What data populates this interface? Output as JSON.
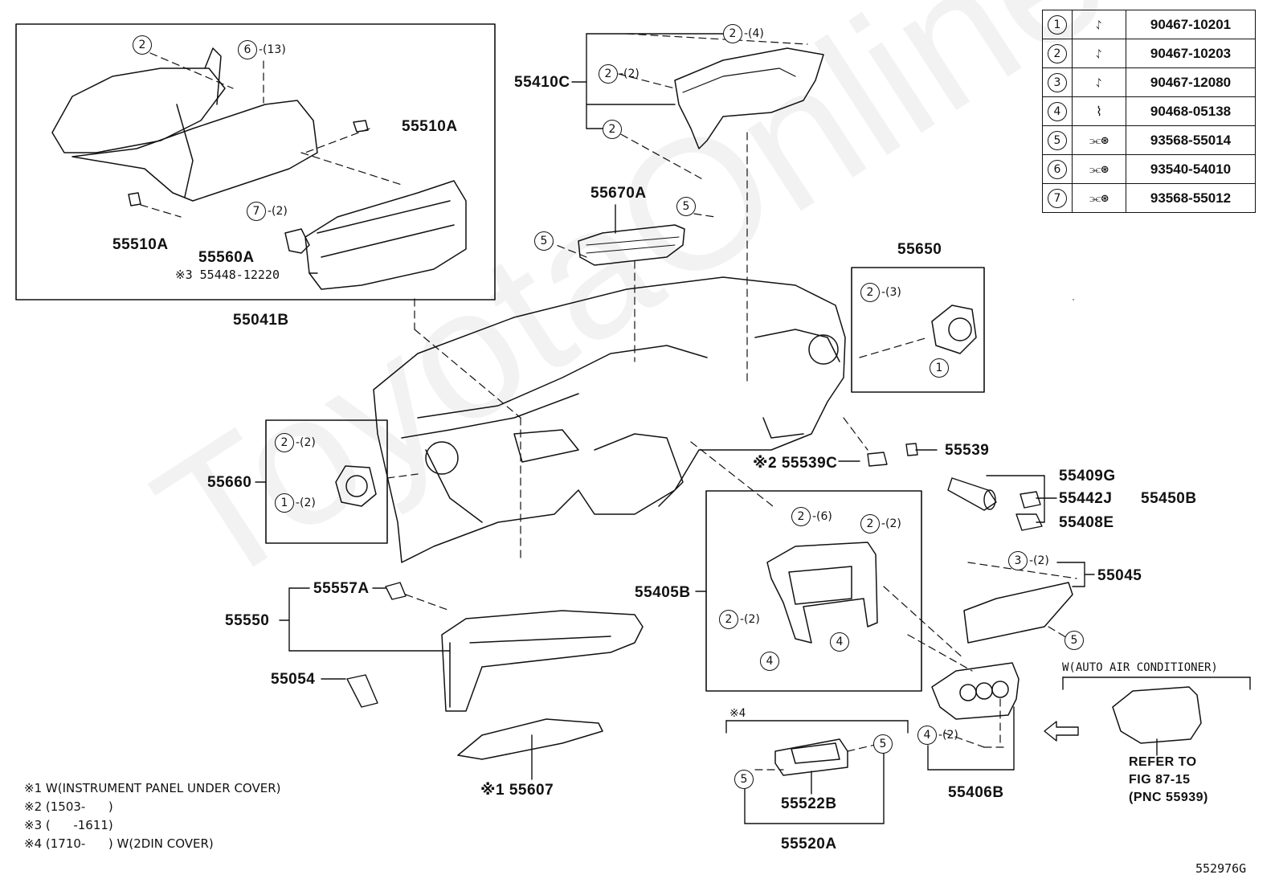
{
  "watermark": "ToyotaOnlineParts",
  "diagram_code": "552976G",
  "parts_table": [
    {
      "num": "1",
      "part": "90467-10201",
      "icon": "clip-icon"
    },
    {
      "num": "2",
      "part": "90467-10203",
      "icon": "clip-icon"
    },
    {
      "num": "3",
      "part": "90467-12080",
      "icon": "clip-icon"
    },
    {
      "num": "4",
      "part": "90468-05138",
      "icon": "clip-icon"
    },
    {
      "num": "5",
      "part": "93568-55014",
      "icon": "screw-icon"
    },
    {
      "num": "6",
      "part": "93540-54010",
      "icon": "screw-icon"
    },
    {
      "num": "7",
      "part": "93568-55012",
      "icon": "screw-icon"
    }
  ],
  "labels": {
    "p55041B": "55041B",
    "p55510A_top": "55510A",
    "p55510A_left": "55510A",
    "p55560A": "55560A",
    "p55448": "※3 55448-12220",
    "p55410C": "55410C",
    "p55670A": "55670A",
    "p55650": "55650",
    "p55660": "55660",
    "p55539": "55539",
    "p55539C": "※2 55539C",
    "p55409G": "55409G",
    "p55442J": "55442J",
    "p55408E": "55408E",
    "p55450B": "55450B",
    "p55045": "55045",
    "p55405B": "55405B",
    "p55557A": "55557A",
    "p55550": "55550",
    "p55054": "55054",
    "p55607": "※1 55607",
    "p55522B": "55522B",
    "p55520A": "55520A",
    "p55406B": "55406B",
    "note4_mark": "※4",
    "auto_air": "W(AUTO AIR CONDITIONER)",
    "refer1": "REFER TO",
    "refer2": "FIG 87-15",
    "refer3": "(PNC 55939)"
  },
  "callouts": {
    "c_2_a": "2",
    "c_6_a": "6",
    "q_6_a": "-(13)",
    "c_7_a": "7",
    "q_7_a": "-(2)",
    "c_2_top": "2",
    "q_2_top": "-(4)",
    "c_2_mid": "2",
    "q_2_mid": "-(2)",
    "c_2_low": "2",
    "c_5_vent_r": "5",
    "c_5_vent_l": "5",
    "c_2_55650": "2",
    "q_2_55650": "-(3)",
    "c_1_55650": "1",
    "c_2_55660": "2",
    "q_2_55660": "-(2)",
    "c_1_55660": "1",
    "q_1_55660": "-(2)",
    "c_2_box_a": "2",
    "q_2_box_a": "-(6)",
    "c_2_box_b": "2",
    "q_2_box_b": "-(2)",
    "c_2_box_c": "2",
    "q_2_box_c": "-(2)",
    "c_4_box_a": "4",
    "c_4_box_b": "4",
    "c_3_55045": "3",
    "q_3_55045": "-(2)",
    "c_5_55045": "5",
    "c_4_55406B": "4",
    "q_4_55406B": "-(2)",
    "c_5_522_l": "5",
    "c_5_522_r": "5"
  },
  "notes": [
    "※1 W(INSTRUMENT PANEL UNDER COVER)",
    "※2 (1503-      )",
    "※3 (      -1611)",
    "※4 (1710-      ) W(2DIN COVER)"
  ]
}
